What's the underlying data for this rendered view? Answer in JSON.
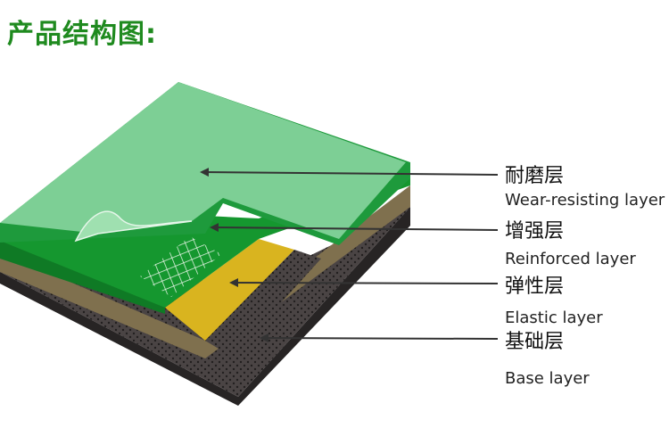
{
  "title": "产品结构图:",
  "colors": {
    "title": "#1f8a1f",
    "wear_top": "#7dcf95",
    "wear_edge": "#1e9a3c",
    "wear_edge_dark": "#157a2d",
    "reinforced_top": "#15972f",
    "elastic_top": "#d9b41f",
    "elastic_side": "#7a6a4a",
    "base_top": "#4a4444",
    "base_side": "#272424",
    "arrow": "#333333"
  },
  "layers": [
    {
      "zh": "耐磨层",
      "en": "Wear-resisting layer"
    },
    {
      "zh": "增强层",
      "en": "Reinforced layer"
    },
    {
      "zh": "弹性层",
      "en": "Elastic layer"
    },
    {
      "zh": "基础层",
      "en": "Base layer"
    }
  ]
}
